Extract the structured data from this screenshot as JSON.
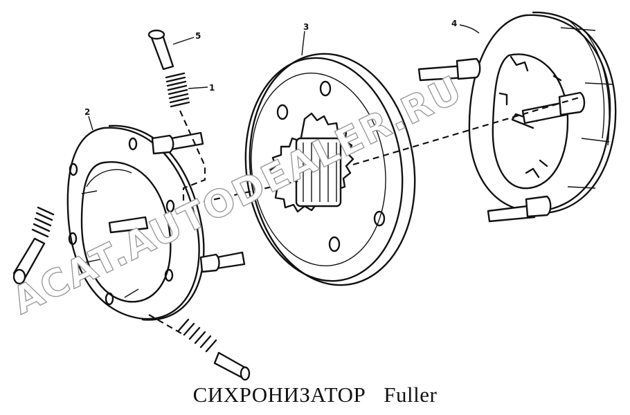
{
  "caption": {
    "title": "СИХРОНИЗАТОР",
    "brand": "Fuller"
  },
  "callouts": [
    {
      "id": "1",
      "text": "1"
    },
    {
      "id": "2",
      "text": "2"
    },
    {
      "id": "3",
      "text": "3"
    },
    {
      "id": "4",
      "text": "4"
    },
    {
      "id": "5",
      "text": "5"
    }
  ],
  "watermark": "ACAT.AUTODEALER.RU",
  "parts": [
    {
      "name": "spring"
    },
    {
      "name": "synchronizer-ring-left"
    },
    {
      "name": "synchronizer-hub-gear"
    },
    {
      "name": "synchronizer-ring-right"
    },
    {
      "name": "pin"
    }
  ]
}
